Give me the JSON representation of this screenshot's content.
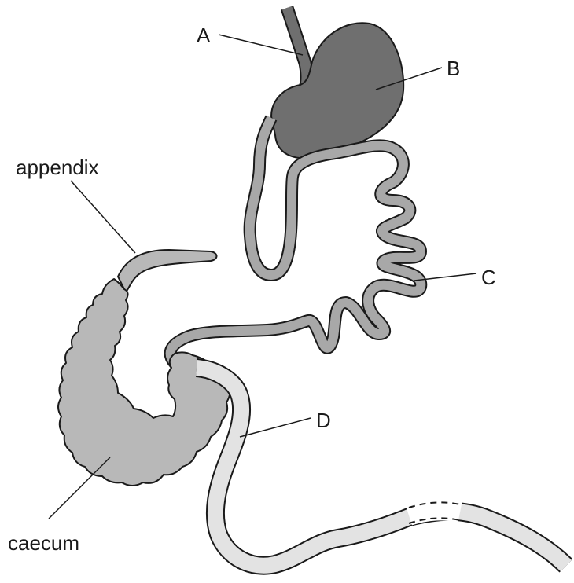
{
  "labels": {
    "A": "A",
    "B": "B",
    "C": "C",
    "D": "D",
    "appendix": "appendix",
    "caecum": "caecum"
  },
  "colors": {
    "stomach": "#6f6f6f",
    "oesophagus": "#6f6f6f",
    "small_intestine": "#a8a8a8",
    "caecum": "#b8b8b8",
    "colon": "#e3e3e3",
    "outline": "#1a1a1a"
  }
}
